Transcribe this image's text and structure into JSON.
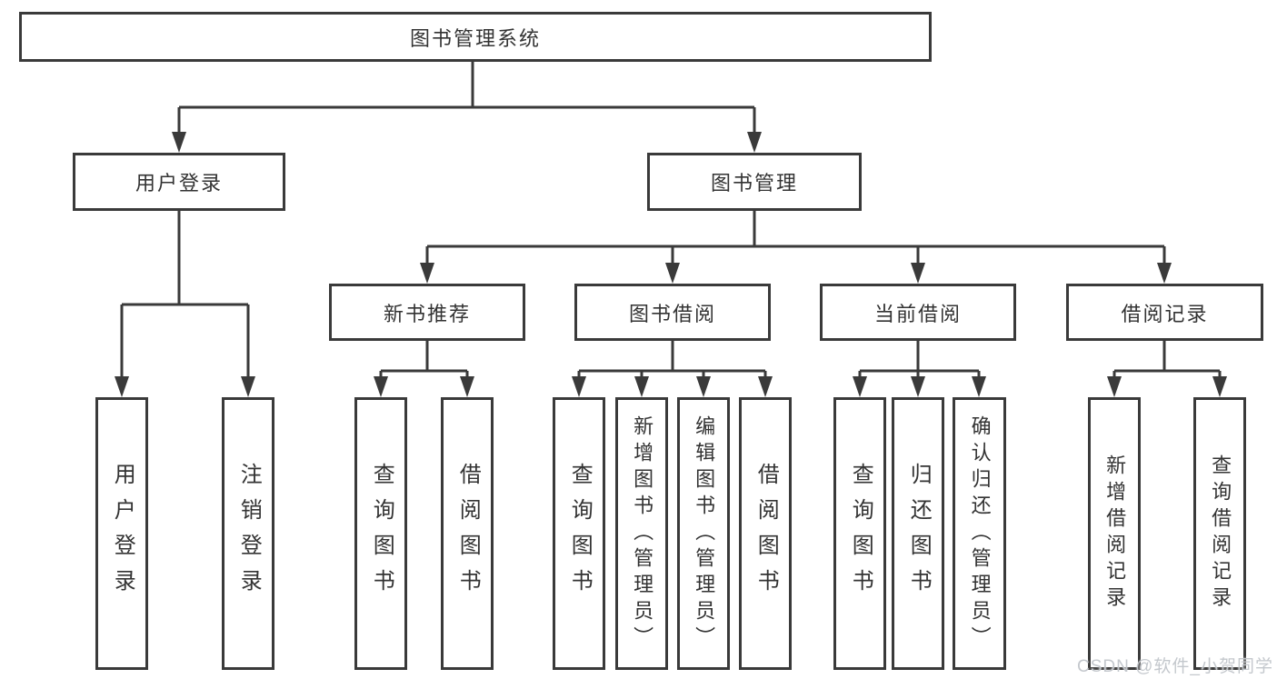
{
  "tree": {
    "label": "图书管理系统",
    "children": [
      {
        "label": "用户登录",
        "children": [
          {
            "label": "用户登录"
          },
          {
            "label": "注销登录"
          }
        ]
      },
      {
        "label": "图书管理",
        "children": [
          {
            "label": "新书推荐",
            "children": [
              {
                "label": "查询图书"
              },
              {
                "label": "借阅图书"
              }
            ]
          },
          {
            "label": "图书借阅",
            "children": [
              {
                "label": "查询图书"
              },
              {
                "label": "新增图书（管理员）"
              },
              {
                "label": "编辑图书（管理员）"
              },
              {
                "label": "借阅图书"
              }
            ]
          },
          {
            "label": "当前借阅",
            "children": [
              {
                "label": "查询图书"
              },
              {
                "label": "归还图书"
              },
              {
                "label": "确认归还（管理员）"
              }
            ]
          },
          {
            "label": "借阅记录",
            "children": [
              {
                "label": "新增借阅记录"
              },
              {
                "label": "查询借阅记录"
              }
            ]
          }
        ]
      }
    ]
  },
  "watermark": "CSDN @软件_小贺同学",
  "colors": {
    "line": "#3a3a3a",
    "text": "#333333",
    "background": "#ffffff",
    "watermark": "#c1c5ca"
  }
}
